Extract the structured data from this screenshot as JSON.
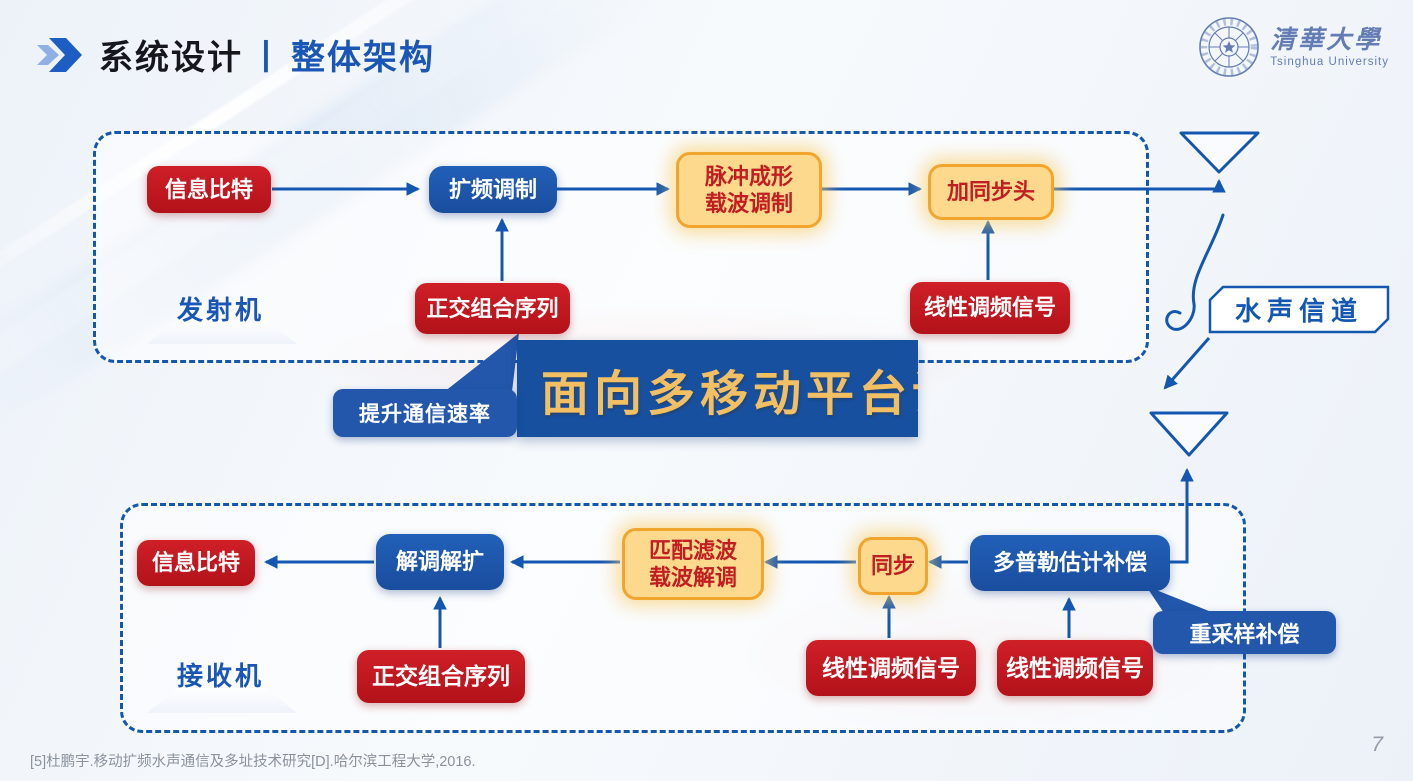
{
  "header": {
    "title_primary": "系统设计",
    "divider": "丨",
    "title_secondary": "整体架构"
  },
  "logo": {
    "university_cn": "清華大學",
    "university_en": "Tsinghua University"
  },
  "transmitter": {
    "label": "发射机",
    "info_bits": "信息比特",
    "spread_modulation": "扩频调制",
    "pulse_shaping_line1": "脉冲成形",
    "pulse_shaping_line2": "载波调制",
    "add_sync_header": "加同步头",
    "orthogonal_sequence": "正交组合序列",
    "lfm_signal": "线性调频信号"
  },
  "channel": {
    "label": "水声信道"
  },
  "banner": {
    "text": "面向多移动平台",
    "clipped_char": "设"
  },
  "callout": {
    "label": "提升通信速率"
  },
  "receiver": {
    "label": "接收机",
    "info_bits": "信息比特",
    "despread": "解调解扩",
    "matched_filter_line1": "匹配滤波",
    "matched_filter_line2": "载波解调",
    "sync": "同步",
    "doppler": "多普勒估计补偿",
    "orthogonal_sequence": "正交组合序列",
    "lfm_signal_1": "线性调频信号",
    "lfm_signal_2": "线性调频信号",
    "resample": "重采样补偿"
  },
  "footer": {
    "citation": "[5]杜鹏宇.移动扩频水声通信及多址技术研究[D].哈尔滨工程大学,2016.",
    "page_number": "7"
  },
  "colors": {
    "red_box": "#bf161f",
    "blue_box": "#1d54a9",
    "yellow_fill": "#fcd98c",
    "yellow_border": "#f2a52e",
    "yellow_text": "#c21e22",
    "line_blue": "#1457b0",
    "banner_bg": "#17509f",
    "banner_text": "#f2bf62",
    "title_blue": "#1a56b6",
    "logo_blue": "#647cb4"
  }
}
